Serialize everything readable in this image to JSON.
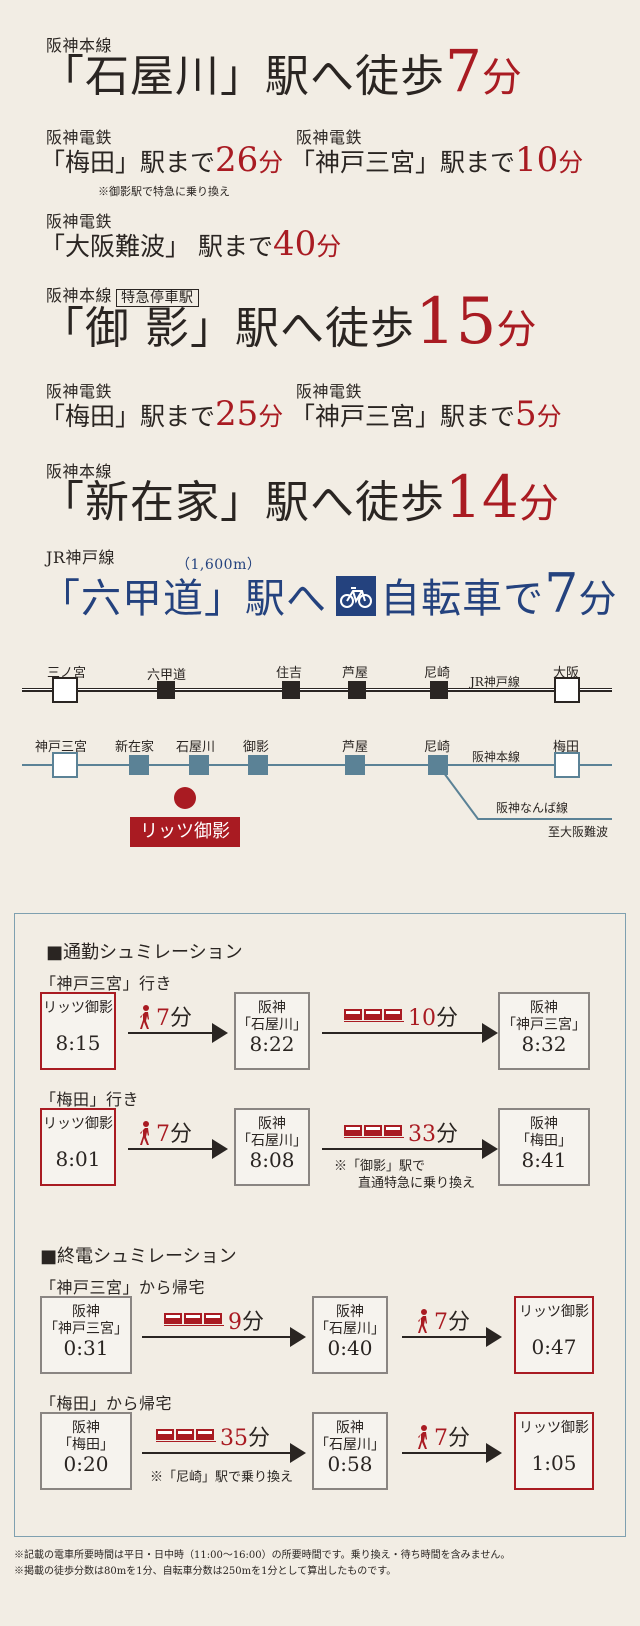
{
  "ishiyagawa": {
    "line": "阪神本線",
    "station": "「石屋川」駅へ徒歩",
    "minutes": "7",
    "unit": "分",
    "umeda": {
      "line": "阪神電鉄",
      "dest": "「梅田」駅まで",
      "minutes": "26",
      "unit": "分",
      "note": "※御影駅で特急に乗り換え"
    },
    "sannomiya": {
      "line": "阪神電鉄",
      "dest": "「神戸三宮」駅まで",
      "minutes": "10",
      "unit": "分"
    },
    "namba": {
      "line": "阪神電鉄",
      "dest": "「大阪難波」 駅まで",
      "minutes": "40",
      "unit": "分"
    }
  },
  "mikage": {
    "line": "阪神本線",
    "tag": "特急停車駅",
    "station": "「御 影」駅へ徒歩",
    "minutes": "15",
    "unit": "分",
    "umeda": {
      "line": "阪神電鉄",
      "dest": "「梅田」駅まで",
      "minutes": "25",
      "unit": "分"
    },
    "sannomiya": {
      "line": "阪神電鉄",
      "dest": "「神戸三宮」駅まで",
      "minutes": "5",
      "unit": "分"
    }
  },
  "shinzaike": {
    "line": "阪神本線",
    "station": "「新在家」駅へ徒歩",
    "minutes": "14",
    "unit": "分"
  },
  "rokkomichi": {
    "line": "JR神戸線",
    "distance": "（1,600m）",
    "station": "「六甲道」駅へ",
    "mode": "自転車で",
    "minutes": "7",
    "unit": "分"
  },
  "map": {
    "jr_stations": [
      "三ノ宮",
      "六甲道",
      "住吉",
      "芦屋",
      "尼崎",
      "大阪"
    ],
    "jr_line": "JR神戸線",
    "hanshin_stations": [
      "神戸三宮",
      "新在家",
      "石屋川",
      "御影",
      "芦屋",
      "尼崎",
      "梅田"
    ],
    "hanshin_line": "阪神本線",
    "namba_line": "阪神なんば線",
    "namba_dest": "至大阪難波",
    "property": "リッツ御影"
  },
  "commute": {
    "title": "■通勤シュミレーション",
    "route1": {
      "label": "「神戸三宮」行き",
      "start_name": "リッツ御影",
      "start_time": "8:15",
      "walk": "7",
      "mid_line": "阪神",
      "mid_name": "「石屋川」",
      "mid_time": "8:22",
      "train": "10",
      "end_line": "阪神",
      "end_name": "「神戸三宮」",
      "end_time": "8:32"
    },
    "route2": {
      "label": "「梅田」行き",
      "start_name": "リッツ御影",
      "start_time": "8:01",
      "walk": "7",
      "mid_line": "阪神",
      "mid_name": "「石屋川」",
      "mid_time": "8:08",
      "train": "33",
      "note1": "※「御影」駅で",
      "note2": "直通特急に乗り換え",
      "end_line": "阪神",
      "end_name": "「梅田」",
      "end_time": "8:41"
    },
    "unit": "分"
  },
  "last_train": {
    "title": "■終電シュミレーション",
    "route1": {
      "label": "「神戸三宮」から帰宅",
      "start_line": "阪神",
      "start_name": "「神戸三宮」",
      "start_time": "0:31",
      "train": "9",
      "mid_line": "阪神",
      "mid_name": "「石屋川」",
      "mid_time": "0:40",
      "walk": "7",
      "end_name": "リッツ御影",
      "end_time": "0:47"
    },
    "route2": {
      "label": "「梅田」から帰宅",
      "start_line": "阪神",
      "start_name": "「梅田」",
      "start_time": "0:20",
      "train": "35",
      "note": "※「尼崎」駅で乗り換え",
      "mid_line": "阪神",
      "mid_name": "「石屋川」",
      "mid_time": "0:58",
      "walk": "7",
      "end_name": "リッツ御影",
      "end_time": "1:05"
    },
    "unit": "分"
  },
  "footnotes": [
    "※記載の電車所要時間は平日・日中時（11:00〜16:00）の所要時間です。乗り換え・待ち時間を含みません。",
    "※掲載の徒歩分数は80mを1分、自転車分数は250mを1分として算出したものです。"
  ],
  "colors": {
    "accent": "#a91b22",
    "blue": "#24427e",
    "hanshin": "#5b8296",
    "panel_border": "#7fa0b0"
  }
}
